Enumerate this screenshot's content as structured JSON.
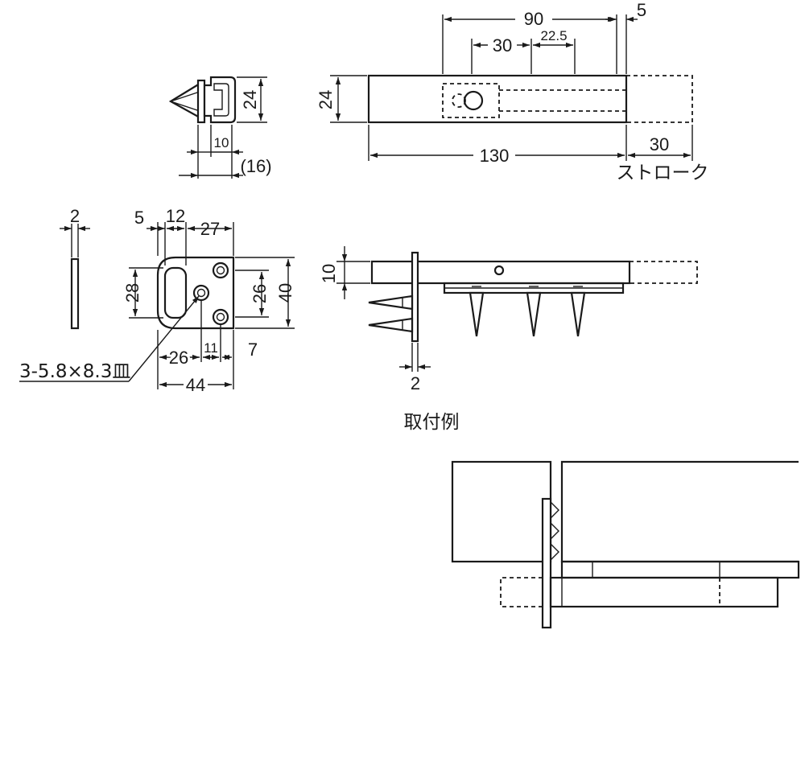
{
  "front_view": {
    "height_label": "24",
    "inner_width_label": "10",
    "outer_width_label": "(16)"
  },
  "top_view": {
    "height_label": "24",
    "span_90_label": "90",
    "span_5_label": "5",
    "span_30_label": "30",
    "span_22_5_label": "22.5",
    "length_label": "130",
    "stroke_label": "30",
    "stroke_caption": "ストローク"
  },
  "plate_views": {
    "thickness_label": "2",
    "dim_5_label": "5",
    "dim_12_label": "12",
    "dim_27_label": "27",
    "dim_28_label": "28",
    "dim_26_v_label": "26",
    "dim_40_label": "40",
    "dim_26_h_label": "26",
    "dim_11_label": "11",
    "dim_7_label": "7",
    "dim_44_label": "44",
    "hole_note": "3-5.8×8.3皿"
  },
  "side_view": {
    "height_label": "10",
    "thickness_label": "2"
  },
  "example": {
    "caption": "取付例"
  }
}
